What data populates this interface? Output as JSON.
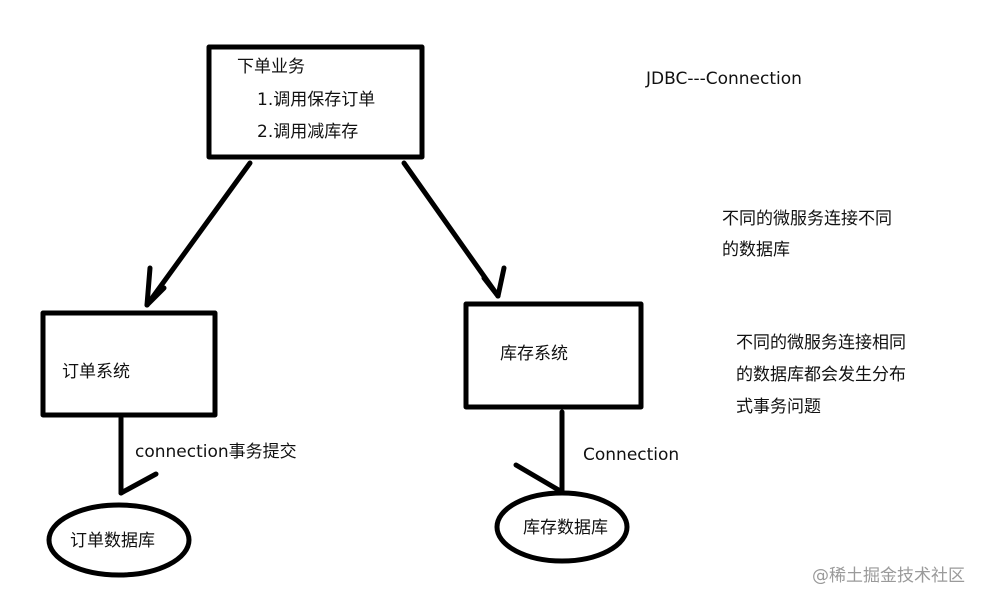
{
  "top_box": {
    "title": "下单业务",
    "step1": "1.调用保存订单",
    "step2": "2.调用减库存"
  },
  "order_system": {
    "label": "订单系统"
  },
  "inventory_system": {
    "label": "库存系统"
  },
  "order_db": {
    "label": "订单数据库"
  },
  "inventory_db": {
    "label": "库存数据库"
  },
  "edge_order": {
    "label": "connection事务提交"
  },
  "edge_inventory": {
    "label": "Connection"
  },
  "notes": {
    "jdbc": "JDBC---Connection",
    "different_db_line1": "不同的微服务连接不同",
    "different_db_line2": "的数据库",
    "same_db_line1": "不同的微服务连接相同",
    "same_db_line2": "的数据库都会发生分布",
    "same_db_line3": "式事务问题"
  },
  "watermark": "@稀土掘金技术社区"
}
